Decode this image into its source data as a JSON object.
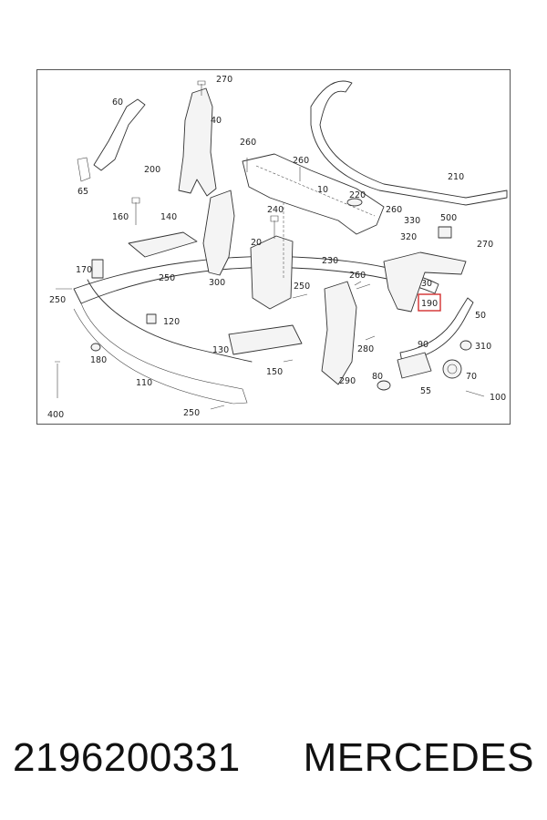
{
  "diagram": {
    "callouts": [
      {
        "id": "c270a",
        "text": "270"
      },
      {
        "id": "c60",
        "text": "60"
      },
      {
        "id": "c40",
        "text": "40"
      },
      {
        "id": "c260a",
        "text": "260"
      },
      {
        "id": "c260b",
        "text": "260"
      },
      {
        "id": "c200",
        "text": "200"
      },
      {
        "id": "c65",
        "text": "65"
      },
      {
        "id": "c10",
        "text": "10"
      },
      {
        "id": "c210",
        "text": "210"
      },
      {
        "id": "c220",
        "text": "220"
      },
      {
        "id": "c260c",
        "text": "260"
      },
      {
        "id": "c330",
        "text": "330"
      },
      {
        "id": "c500",
        "text": "500"
      },
      {
        "id": "c160",
        "text": "160"
      },
      {
        "id": "c140",
        "text": "140"
      },
      {
        "id": "c240",
        "text": "240"
      },
      {
        "id": "c320",
        "text": "320"
      },
      {
        "id": "c270b",
        "text": "270"
      },
      {
        "id": "c20",
        "text": "20"
      },
      {
        "id": "c230",
        "text": "230"
      },
      {
        "id": "c170",
        "text": "170"
      },
      {
        "id": "c250a",
        "text": "250"
      },
      {
        "id": "c300",
        "text": "300"
      },
      {
        "id": "c260d",
        "text": "260"
      },
      {
        "id": "c30",
        "text": "30"
      },
      {
        "id": "c250b",
        "text": "250"
      },
      {
        "id": "c250c",
        "text": "250"
      },
      {
        "id": "c190",
        "text": "190"
      },
      {
        "id": "c120",
        "text": "120"
      },
      {
        "id": "c50",
        "text": "50"
      },
      {
        "id": "c180",
        "text": "180"
      },
      {
        "id": "c130",
        "text": "130"
      },
      {
        "id": "c280",
        "text": "280"
      },
      {
        "id": "c90",
        "text": "90"
      },
      {
        "id": "c310",
        "text": "310"
      },
      {
        "id": "c150",
        "text": "150"
      },
      {
        "id": "c110",
        "text": "110"
      },
      {
        "id": "c290",
        "text": "290"
      },
      {
        "id": "c80",
        "text": "80"
      },
      {
        "id": "c70",
        "text": "70"
      },
      {
        "id": "c55",
        "text": "55"
      },
      {
        "id": "c100",
        "text": "100"
      },
      {
        "id": "c400",
        "text": "400"
      },
      {
        "id": "c250d",
        "text": "250"
      }
    ],
    "highlighted_callout": "190",
    "highlight_color": "#d32f2f"
  },
  "footer": {
    "part_number": "2196200331",
    "brand": "MERCEDES"
  }
}
